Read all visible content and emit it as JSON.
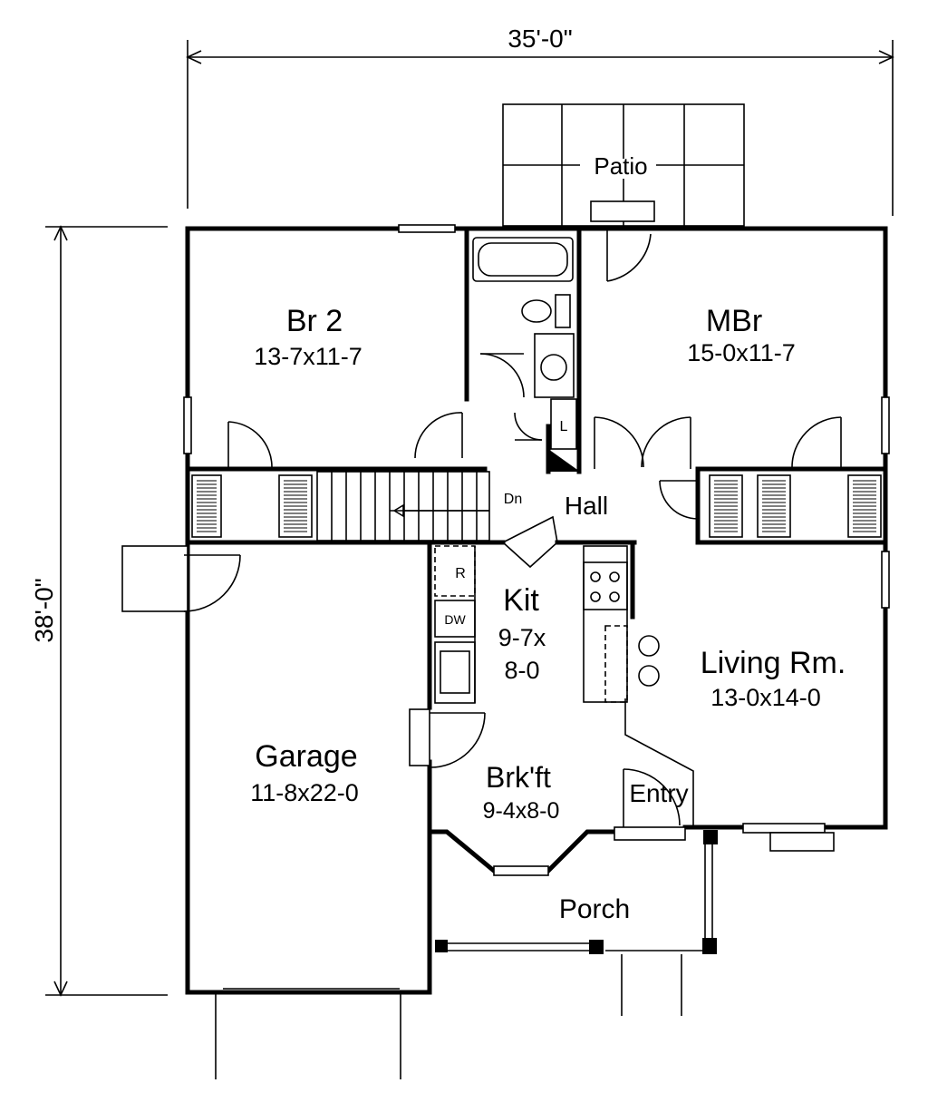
{
  "dimensions": {
    "width": "35'-0\"",
    "depth": "38'-0\""
  },
  "rooms": {
    "patio": {
      "name": "Patio"
    },
    "br2": {
      "name": "Br 2",
      "size": "13-7x11-7"
    },
    "mbr": {
      "name": "MBr",
      "size": "15-0x11-7"
    },
    "hall": {
      "name": "Hall"
    },
    "kit": {
      "name": "Kit",
      "size_line1": "9-7x",
      "size_line2": "8-0"
    },
    "living": {
      "name": "Living Rm.",
      "size": "13-0x14-0"
    },
    "garage": {
      "name": "Garage",
      "size": "11-8x22-0"
    },
    "brkft": {
      "name": "Brk'ft",
      "size": "9-4x8-0"
    },
    "entry": {
      "name": "Entry"
    },
    "porch": {
      "name": "Porch"
    }
  },
  "fixtures": {
    "refrigerator": "R",
    "dishwasher": "DW",
    "linen": "L",
    "stair_direction": "Dn"
  }
}
